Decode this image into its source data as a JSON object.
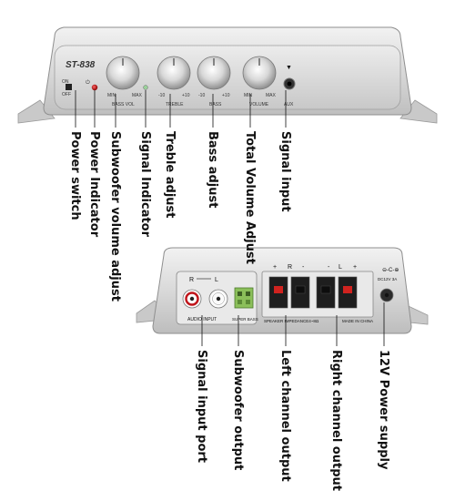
{
  "front_panel": {
    "model": "ST-838",
    "switch_on": "ON",
    "switch_off": "OFF",
    "subwoofer_knob": {
      "min": "MIN",
      "max": "MAX",
      "label": "BASS VOL"
    },
    "treble_knob": {
      "min": "-10",
      "max": "+10",
      "label": "TREBLE"
    },
    "bass_knob": {
      "min": "-10",
      "max": "+10",
      "label": "BASS"
    },
    "volume_knob": {
      "min": "MIN",
      "max": "MAX",
      "label": "VOLUME"
    },
    "aux_label": "AUX"
  },
  "front_callouts": [
    "Power switch",
    "Power Indicator",
    "Subwoofer volume adjust",
    "Signal Indicator",
    "Treble adjust",
    "Bass adjust",
    "Total Volume Adjust",
    "Signal input"
  ],
  "rear_panel": {
    "r_label": "R",
    "l_label": "L",
    "audio_input_label": "AUDIO INPUT",
    "super_bass_label": "SUPER BASS",
    "speaker_plus_r": "+",
    "speaker_minus_r": "R",
    "speaker_right_plus": "-",
    "speaker_l_minus": "-",
    "speaker_l": "L",
    "speaker_plus_l": "+",
    "speaker_impedance": "SPEAKER IMPEDANCE4~8Ω",
    "made_in": "MADE IN CHINA",
    "dc_label": "DC12V 3A"
  },
  "rear_callouts": [
    "Signal input port",
    "Subwoofer output",
    "Left channel output",
    "Right channel output",
    "12V Power supply"
  ]
}
